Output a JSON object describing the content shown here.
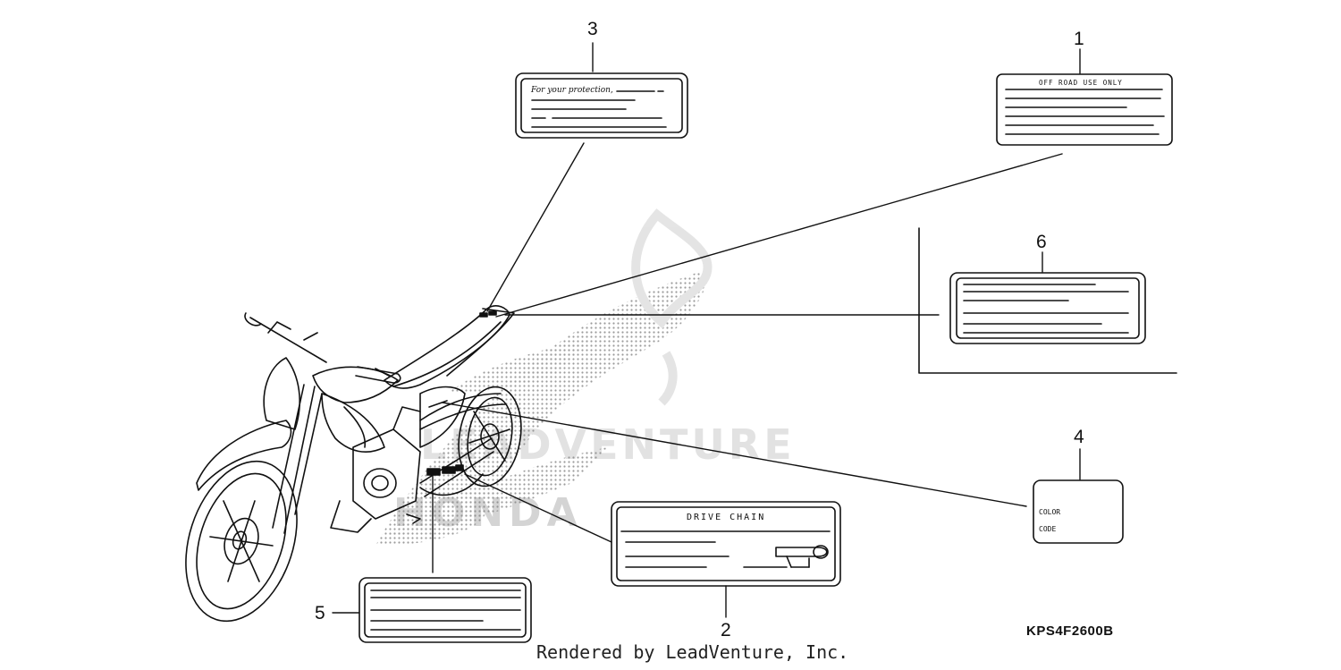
{
  "diagram": {
    "callouts": {
      "c1": "1",
      "c2": "2",
      "c3": "3",
      "c4": "4",
      "c5": "5",
      "c6": "6"
    },
    "labels": {
      "label1_heading": "OFF ROAD USE ONLY",
      "label2_heading": "DRIVE CHAIN",
      "label3_heading": "For your protection,",
      "label4_line1": "COLOR",
      "label4_line2": "CODE"
    },
    "part_code": "KPS4F2600B",
    "watermark_text": "LEADVENTURE",
    "watermark_brand": "HONDA",
    "footer": "Rendered by LeadVenture, Inc."
  },
  "colors": {
    "line": "#111111",
    "watermark": "#e2e2e2"
  }
}
